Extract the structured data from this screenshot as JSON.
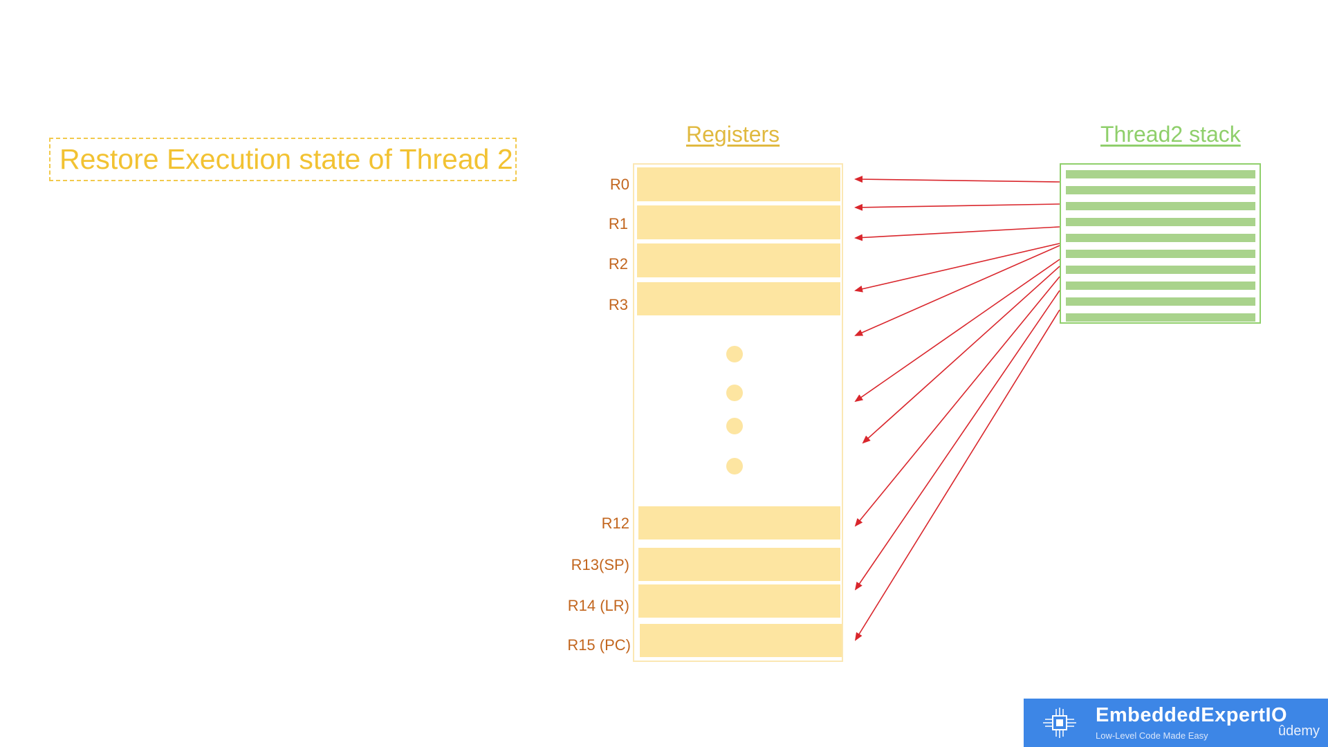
{
  "title": "Restore Execution state of Thread 2",
  "registers_heading": "Registers",
  "stack_heading": "Thread2 stack",
  "registers": [
    "R0",
    "R1",
    "R2",
    "R3",
    "R12",
    "R13(SP)",
    "R14 (LR)",
    "R15 (PC)"
  ],
  "ellipsis_dots": 4,
  "stack_rows": 10,
  "arrows": 10,
  "colors": {
    "title": "#f2c232",
    "register_fill": "#fde5a1",
    "register_label": "#c2651d",
    "stack_fill": "#a9d38c",
    "stack_border": "#8fcf6b",
    "arrow": "#d9262c"
  },
  "logo": {
    "brand": "EmbeddedExpertIO",
    "tagline": "Low-Level Code Made Easy",
    "partner": "ûdemy"
  }
}
